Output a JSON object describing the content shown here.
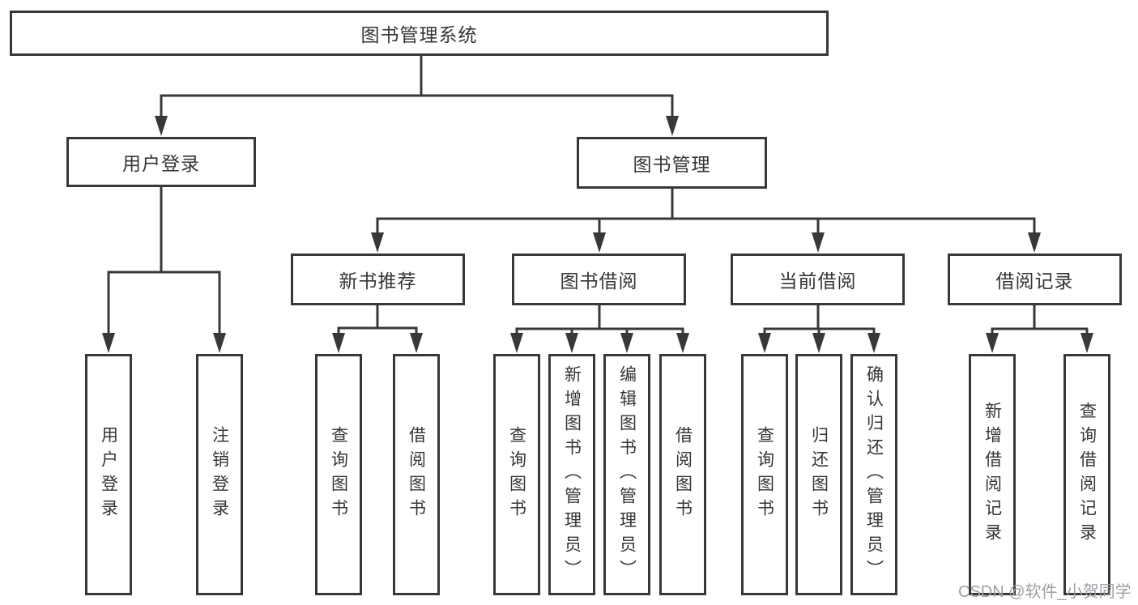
{
  "nodes": {
    "root": {
      "label": "图书管理系统"
    },
    "branches": [
      {
        "label": "用户登录"
      },
      {
        "label": "图书管理"
      }
    ],
    "modules": [
      {
        "label": "新书推荐"
      },
      {
        "label": "图书借阅"
      },
      {
        "label": "当前借阅"
      },
      {
        "label": "借阅记录"
      }
    ],
    "leaves": [
      {
        "label": "用户登录"
      },
      {
        "label": "注销登录"
      },
      {
        "label": "查询图书"
      },
      {
        "label": "借阅图书"
      },
      {
        "label": "查询图书"
      },
      {
        "label": "新增图书（管理员）"
      },
      {
        "label": "编辑图书（管理员）"
      },
      {
        "label": "借阅图书"
      },
      {
        "label": "查询图书"
      },
      {
        "label": "归还图书"
      },
      {
        "label": "确认归还（管理员）"
      },
      {
        "label": "新增借阅记录"
      },
      {
        "label": "查询借阅记录"
      }
    ]
  },
  "watermark": "CSDN @软件_小贺同学",
  "colors": {
    "line": "#383838",
    "text": "#35353a",
    "box_background": "#ffffff",
    "watermark": "#9b9fa7"
  }
}
